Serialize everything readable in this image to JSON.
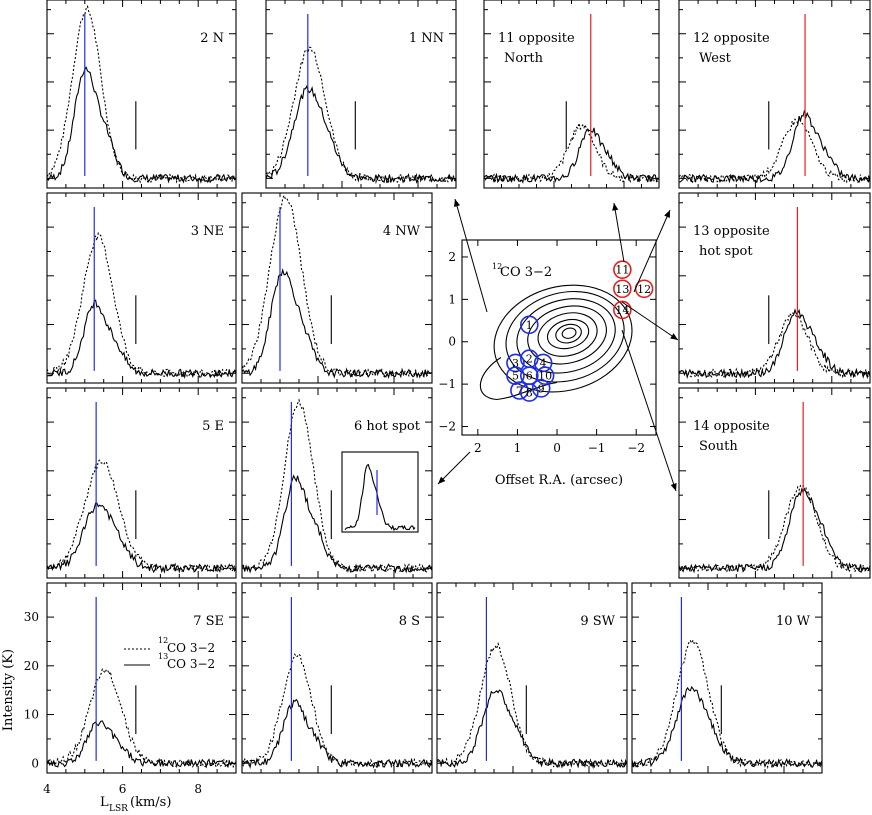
{
  "chart_data": {
    "type": "line",
    "panel_x_range": [
      4,
      9
    ],
    "panel_y_range": [
      -2,
      37
    ],
    "x_ticks": [
      4,
      6,
      8
    ],
    "y_ticks": [
      0,
      10,
      20,
      30
    ],
    "xlabel_main": "L",
    "xlabel_sub": "LSR",
    "xlabel_unit": " (km/s)",
    "ylabel": "Intensity (K)",
    "legend": {
      "dotted": "CO 3−2",
      "dotted_sup": "12",
      "solid": "CO 3−2",
      "solid_sup": "13"
    },
    "reference_line_x": 6.35,
    "reference_line_y": [
      6,
      16
    ],
    "colors": {
      "blue": "#1f2ee8",
      "red": "#e81f1f"
    },
    "panels": [
      {
        "id": "2N",
        "title": "2 N",
        "color": "blue",
        "marker": 5.0,
        "peak12": 35,
        "center12": 5.05,
        "width12": 0.38,
        "peak13": 22,
        "center13": 5.0,
        "width13": 0.28
      },
      {
        "id": "1NN",
        "title": "1 NN",
        "color": "blue",
        "marker": 5.1,
        "peak12": 27,
        "center12": 5.15,
        "width12": 0.42,
        "peak13": 17,
        "center13": 5.05,
        "width13": 0.35
      },
      {
        "id": "11oN",
        "title": "11 opposite",
        "title2": "North",
        "color": "red",
        "marker": 7.05,
        "peak12": 11,
        "center12": 6.8,
        "width12": 0.38,
        "peak13": 10,
        "center13": 7.0,
        "width13": 0.28
      },
      {
        "id": "12oW",
        "title": "12 opposite",
        "title2": "West",
        "color": "red",
        "marker": 7.3,
        "peak12": 12,
        "center12": 7.1,
        "width12": 0.38,
        "peak13": 13,
        "center13": 7.25,
        "width13": 0.28
      },
      {
        "id": "3NE",
        "title": "3 NE",
        "color": "blue",
        "marker": 5.25,
        "peak12": 28,
        "center12": 5.35,
        "width12": 0.4,
        "peak13": 14,
        "center13": 5.25,
        "width13": 0.28
      },
      {
        "id": "4NW",
        "title": "4 NW",
        "color": "blue",
        "marker": 5.0,
        "peak12": 36,
        "center12": 5.15,
        "width12": 0.42,
        "peak13": 20,
        "center13": 5.05,
        "width13": 0.3
      },
      {
        "id": "13ohs",
        "title": "13 opposite",
        "title2": "hot spot",
        "color": "red",
        "marker": 7.1,
        "peak12": 12,
        "center12": 7.0,
        "width12": 0.38,
        "peak13": 12,
        "center13": 7.05,
        "width13": 0.3
      },
      {
        "id": "5E",
        "title": "5 E",
        "color": "blue",
        "marker": 5.3,
        "peak12": 22,
        "center12": 5.45,
        "width12": 0.45,
        "peak13": 12,
        "center13": 5.3,
        "width13": 0.35
      },
      {
        "id": "6hs",
        "title": "6 hot spot",
        "color": "blue",
        "marker": 5.3,
        "peak12": 34,
        "center12": 5.5,
        "width12": 0.38,
        "peak13": 18,
        "center13": 5.4,
        "width13": 0.28
      },
      {
        "id": "14oS",
        "title": "14 opposite",
        "title2": "South",
        "color": "red",
        "marker": 7.25,
        "peak12": 17,
        "center12": 7.2,
        "width12": 0.4,
        "peak13": 15,
        "center13": 7.2,
        "width13": 0.32
      },
      {
        "id": "7SE",
        "title": "7 SE",
        "color": "blue",
        "marker": 5.3,
        "peak12": 19,
        "center12": 5.55,
        "width12": 0.42,
        "peak13": 8,
        "center13": 5.35,
        "width13": 0.3
      },
      {
        "id": "8S",
        "title": "8 S",
        "color": "blue",
        "marker": 5.3,
        "peak12": 22,
        "center12": 5.45,
        "width12": 0.38,
        "peak13": 12,
        "center13": 5.35,
        "width13": 0.28
      },
      {
        "id": "9SW",
        "title": "9 SW",
        "color": "blue",
        "marker": 5.3,
        "peak12": 24,
        "center12": 5.55,
        "width12": 0.4,
        "peak13": 14,
        "center13": 5.5,
        "width13": 0.32
      },
      {
        "id": "10W",
        "title": "10 W",
        "color": "blue",
        "marker": 5.3,
        "peak12": 25,
        "center12": 5.6,
        "width12": 0.42,
        "peak13": 14,
        "center13": 5.5,
        "width13": 0.35
      }
    ],
    "map": {
      "label": "CO 3−2",
      "label_sup": "12",
      "xlabel": "Offset R.A. (arcsec)",
      "x_range": [
        2.4,
        -2.5
      ],
      "y_range": [
        -2.2,
        2.4
      ],
      "x_ticks": [
        2,
        1,
        0,
        -1,
        -2
      ],
      "y_ticks": [
        2,
        1,
        0,
        -1,
        -2
      ],
      "positions": [
        {
          "n": "1",
          "x": 0.7,
          "y": 0.4,
          "color": "blue"
        },
        {
          "n": "2",
          "x": 0.7,
          "y": -0.4,
          "color": "blue"
        },
        {
          "n": "3",
          "x": 1.05,
          "y": -0.5,
          "color": "blue"
        },
        {
          "n": "4",
          "x": 0.35,
          "y": -0.5,
          "color": "blue"
        },
        {
          "n": "5",
          "x": 1.05,
          "y": -0.8,
          "color": "blue"
        },
        {
          "n": "6",
          "x": 0.7,
          "y": -0.8,
          "color": "blue"
        },
        {
          "n": "10",
          "x": 0.3,
          "y": -0.8,
          "color": "blue"
        },
        {
          "n": "7",
          "x": 0.95,
          "y": -1.15,
          "color": "blue"
        },
        {
          "n": "8",
          "x": 0.7,
          "y": -1.2,
          "color": "blue"
        },
        {
          "n": "9",
          "x": 0.4,
          "y": -1.1,
          "color": "blue"
        },
        {
          "n": "11",
          "x": -1.65,
          "y": 1.7,
          "color": "red"
        },
        {
          "n": "13",
          "x": -1.65,
          "y": 1.25,
          "color": "red"
        },
        {
          "n": "12",
          "x": -2.2,
          "y": 1.25,
          "color": "red"
        },
        {
          "n": "14",
          "x": -1.65,
          "y": 0.75,
          "color": "red"
        }
      ]
    }
  }
}
